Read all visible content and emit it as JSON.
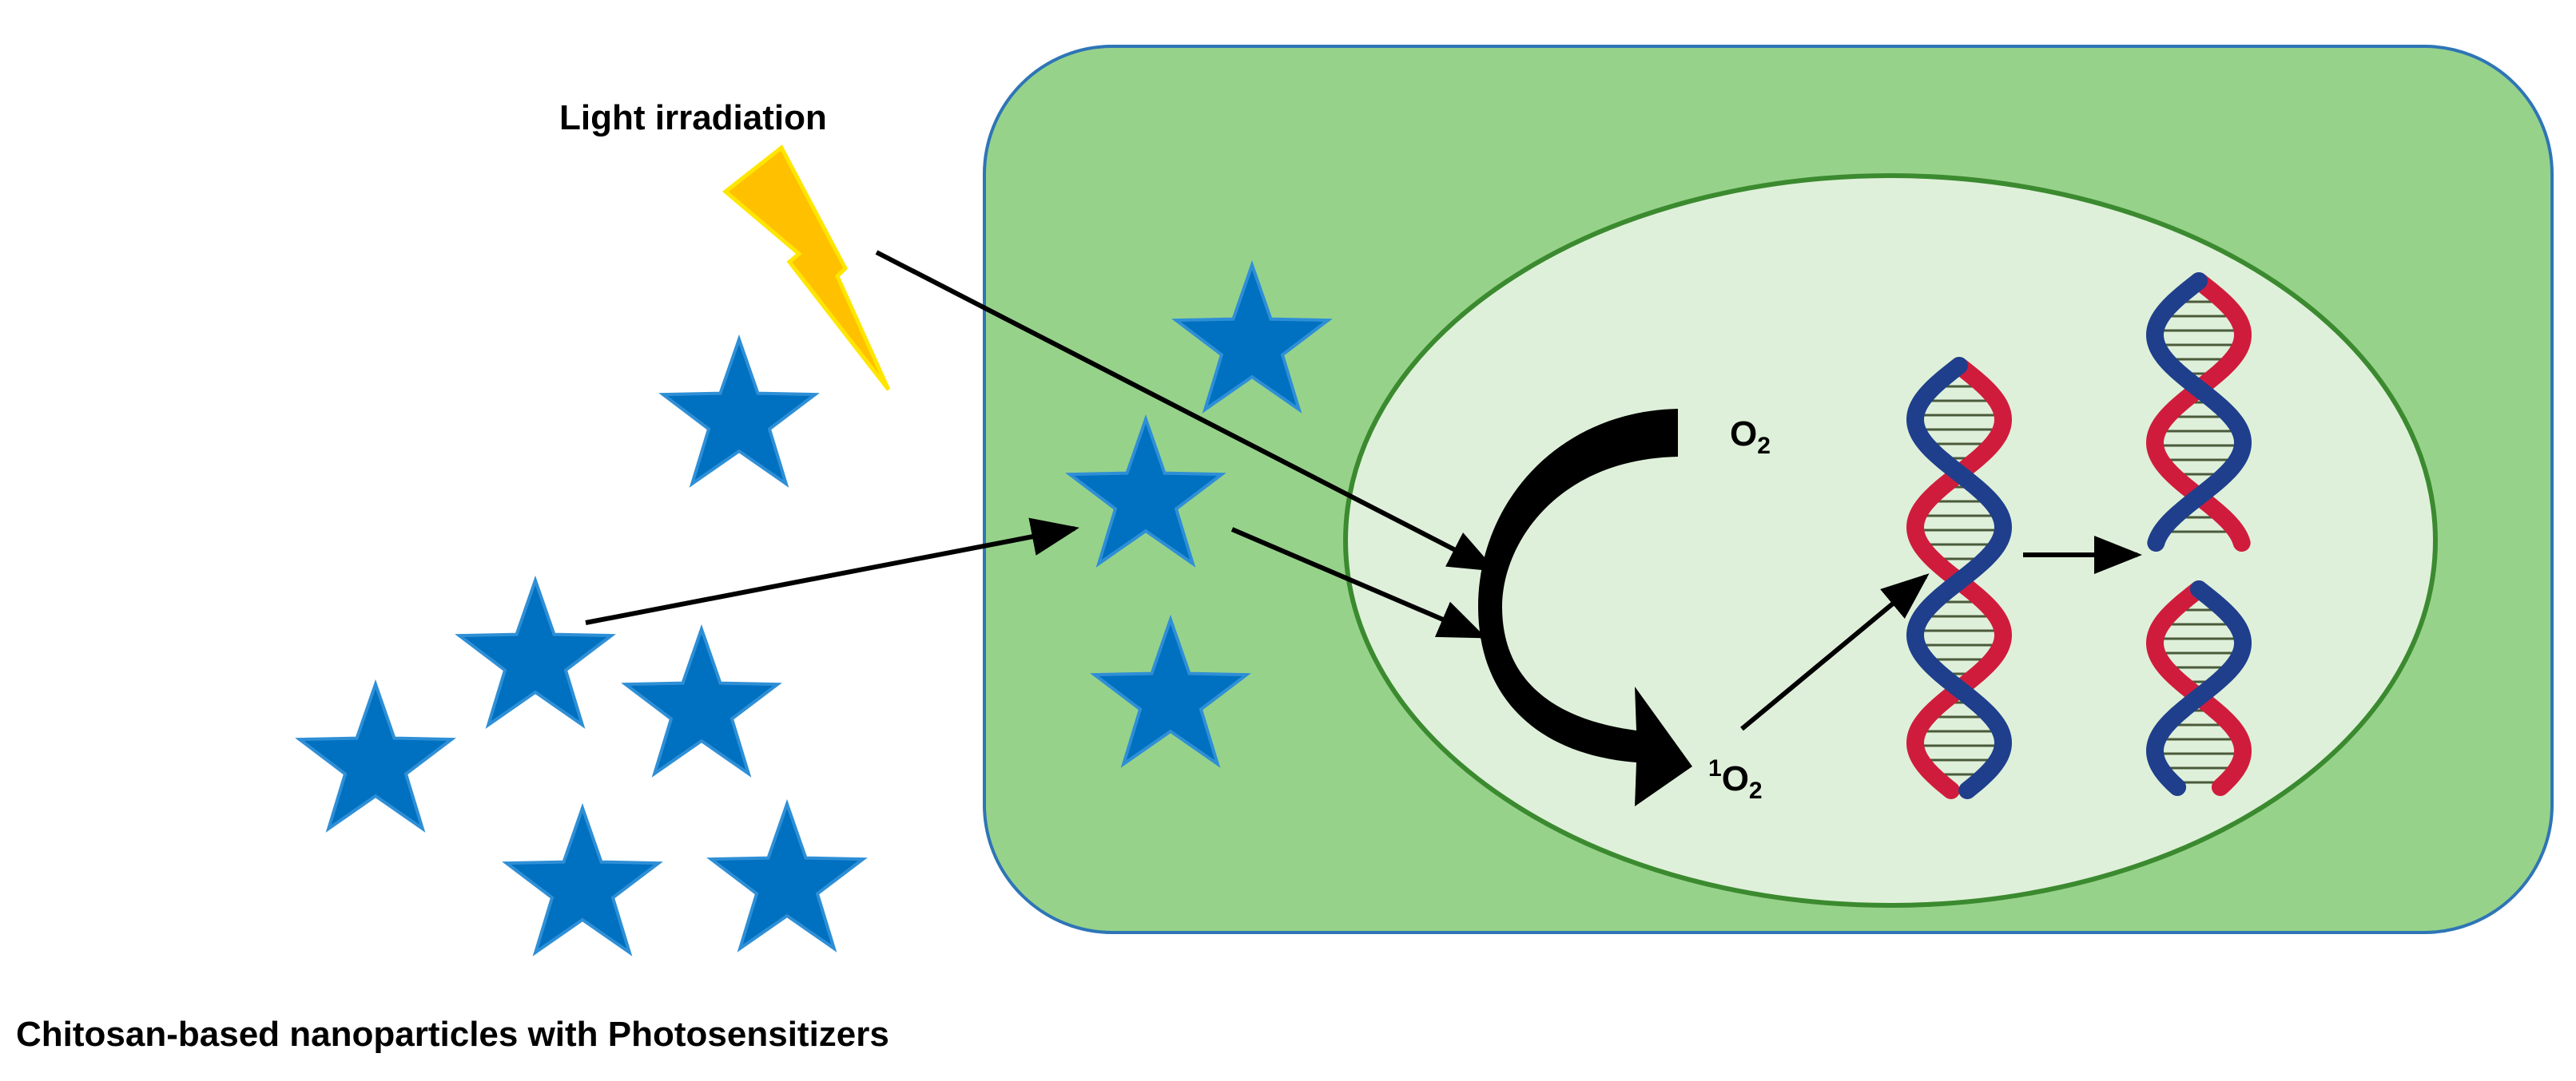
{
  "labels": {
    "light": "Light irradiation",
    "caption": "Chitosan-based nanoparticles with Photosensitizers",
    "oxygen": {
      "main": "O",
      "sub": "2"
    },
    "singlet_oxygen": {
      "sup": "1",
      "main": "O",
      "sub": "2"
    }
  },
  "colors": {
    "background": "#ffffff",
    "cell_fill": "#97d28b",
    "cell_stroke": "#2e75b6",
    "nucleus_fill": "#dff0da",
    "nucleus_stroke": "#3b8a2f",
    "star_fill": "#0070c0",
    "star_stroke": "#2e8fd6",
    "lightning_fill": "#ffc000",
    "lightning_stroke": "#ffe600",
    "dna_blue": "#1f3f8c",
    "dna_red": "#d01c3c",
    "dna_rung": "#4a5a3a",
    "arrow": "#000000"
  },
  "icons": {
    "nanoparticle": "star-icon",
    "light": "lightning-bolt-icon",
    "dna": "dna-double-helix-icon",
    "cycle": "curved-arrow-icon"
  }
}
